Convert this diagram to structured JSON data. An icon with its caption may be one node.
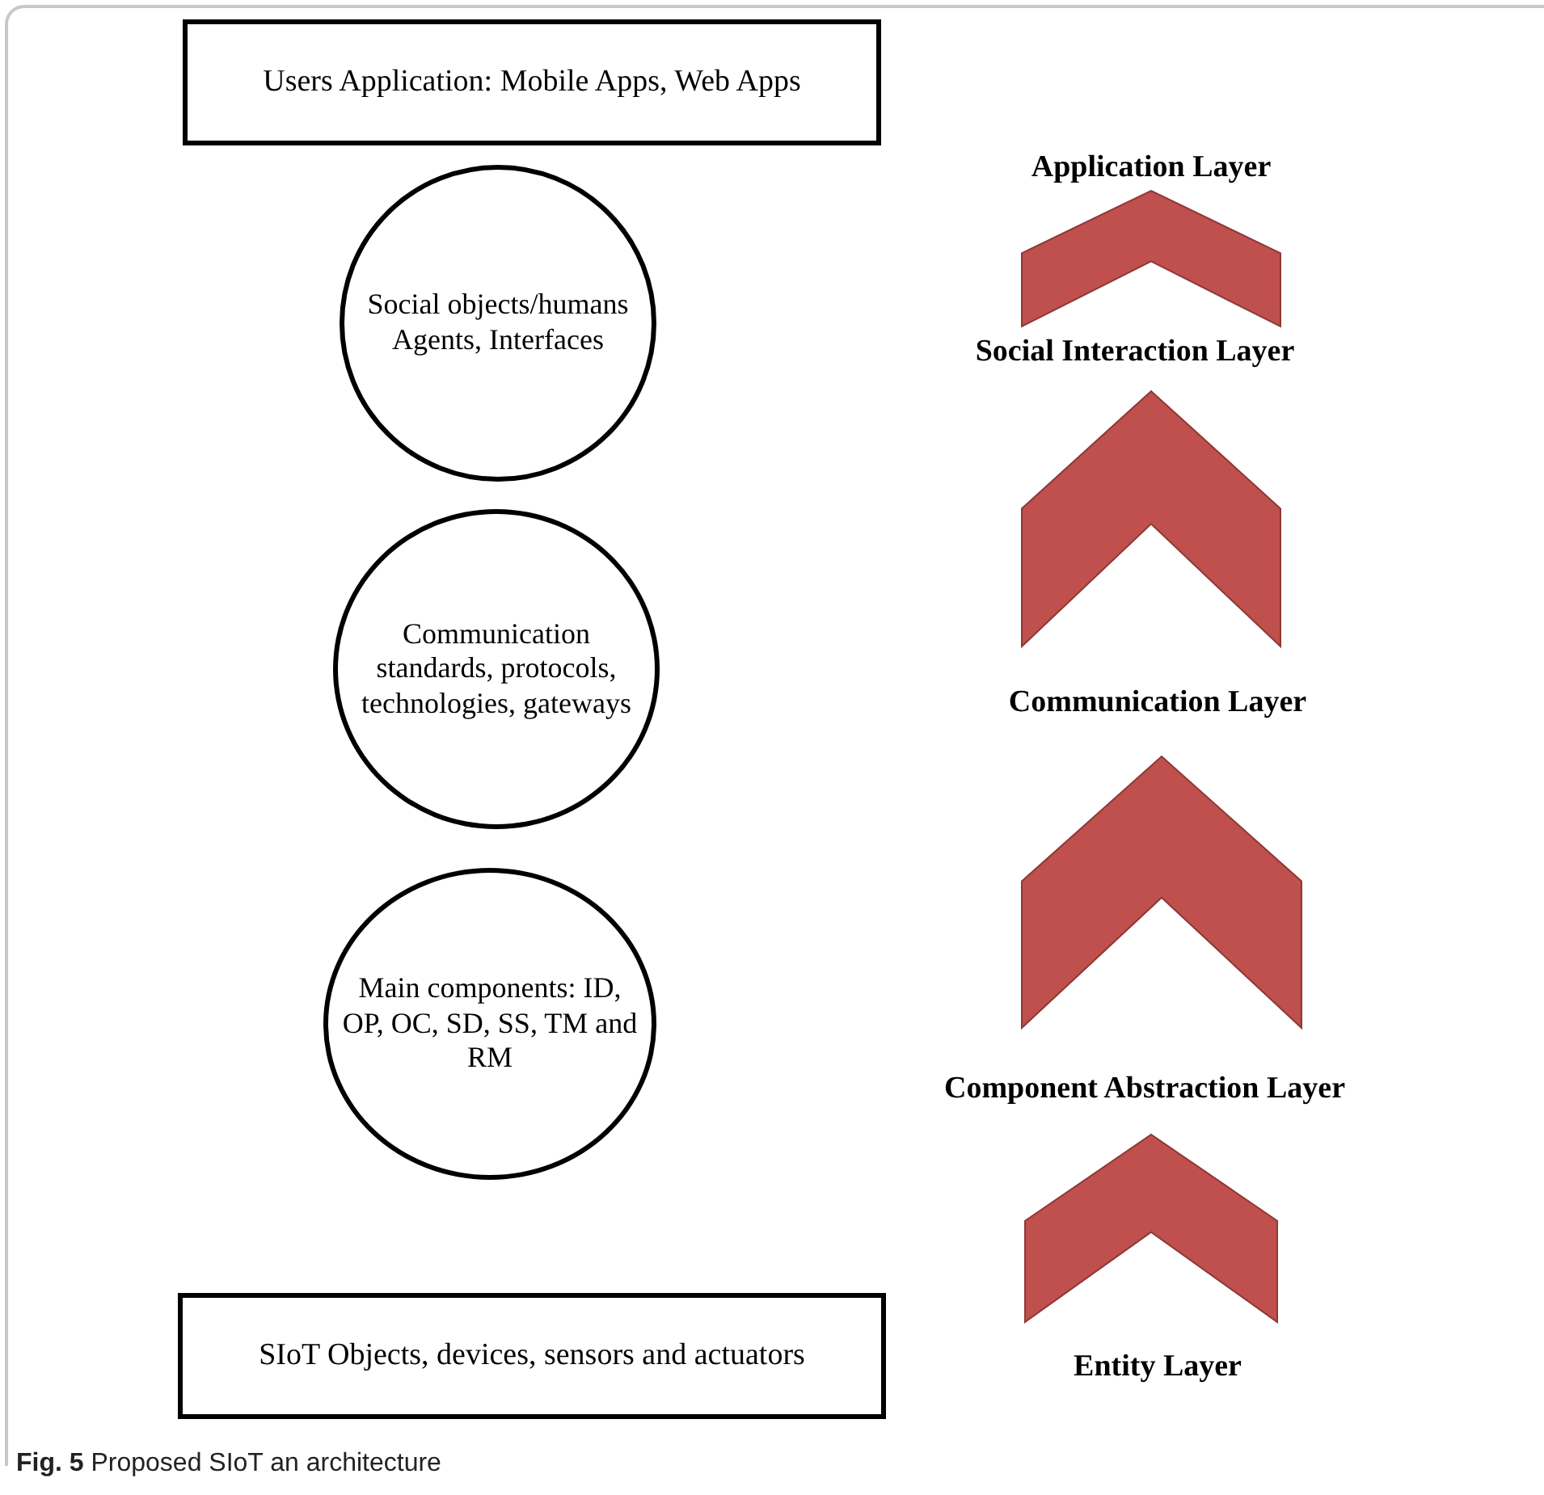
{
  "diagram": {
    "caption": "**Fig. 5** Proposed SIoT an architecture",
    "nodes": [
      {
        "text": [
          "Users Application: Mobile Apps, Web Apps"
        ]
      },
      {
        "text": [
          "Social objects/humans Agents, Interfaces"
        ]
      },
      {
        "text": [
          "Communication standards, protocols, technologies, gateways"
        ]
      },
      {
        "text": [
          "Main components: ID, OP, OC, SD, SS, TM and RM"
        ]
      },
      {
        "text": [
          "SIoT Objects, devices, sensors and actuators"
        ]
      }
    ],
    "labels": [
      "Application Layer",
      "Social Interaction Layer",
      "Communication Layer",
      "Component Abstraction Layer",
      "Entity Layer"
    ]
  }
}
